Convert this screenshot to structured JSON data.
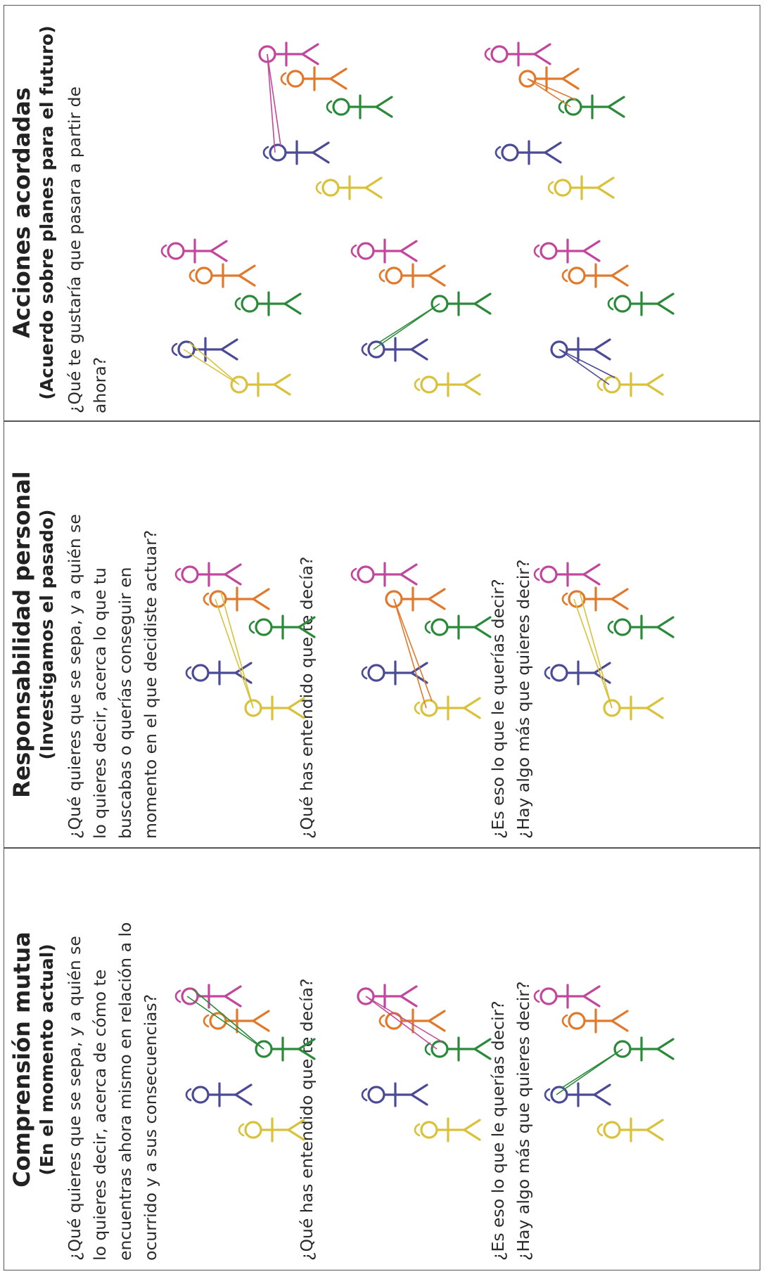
{
  "columns": [
    {
      "title": "Comprensión mutua",
      "subtitle": "(En el momento actual)",
      "question_lines": [
        "¿Qué quieres que se sepa, y a quién se",
        "lo quieres decir, acerca de cómo te",
        "encuentras ahora mismo en relación a lo",
        "ocurrido y a sus consecuencias?"
      ],
      "question_2": "¿Qué has entendido que te decía?",
      "question_3_lines": [
        "¿Es eso lo que le querías decir?",
        "¿Hay algo más que quieres decir?"
      ]
    },
    {
      "title": "Responsabilidad personal",
      "subtitle": "(Investigamos el pasado)",
      "question_lines": [
        "¿Qué quieres que se sepa, y a quién se",
        "lo quieres decir, acerca lo que tu",
        "buscabas o querías conseguir en",
        "momento en el que decidiste actuar?"
      ],
      "question_2": "¿Qué has entendido que te decía?",
      "question_3_lines": [
        "¿Es eso lo que le querías decir?",
        "¿Hay algo más que quieres decir?"
      ]
    },
    {
      "title": "Acciones acordadas",
      "subtitle": "(Acuerdo sobre planes para el futuro)",
      "question_lines": [
        "¿Qué te gustaría que pasara a partir de",
        "ahora?"
      ]
    }
  ],
  "figure_colors": {
    "yellow": "#d9c23a",
    "blue": "#4a4a96",
    "purple": "#c2479c",
    "orange": "#e2782a",
    "green": "#2a8a3a"
  }
}
